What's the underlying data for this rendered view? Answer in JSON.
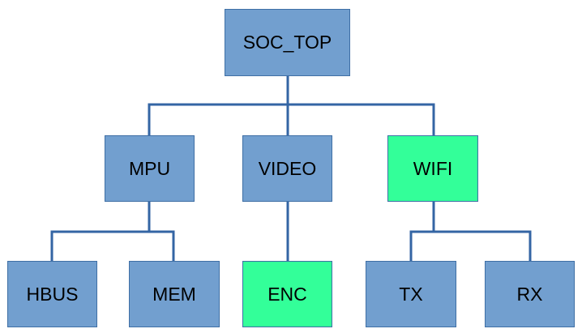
{
  "colors": {
    "default_fill": "#729fcf",
    "highlight_fill": "#33ff99",
    "connector": "#3465a4"
  },
  "nodes": {
    "soc_top": {
      "label": "SOC_TOP",
      "highlight": false
    },
    "mpu": {
      "label": "MPU",
      "highlight": false
    },
    "video": {
      "label": "VIDEO",
      "highlight": false
    },
    "wifi": {
      "label": "WIFI",
      "highlight": true
    },
    "hbus": {
      "label": "HBUS",
      "highlight": false
    },
    "mem": {
      "label": "MEM",
      "highlight": false
    },
    "enc": {
      "label": "ENC",
      "highlight": true
    },
    "tx": {
      "label": "TX",
      "highlight": false
    },
    "rx": {
      "label": "RX",
      "highlight": false
    }
  },
  "edges": [
    [
      "soc_top",
      "mpu"
    ],
    [
      "soc_top",
      "video"
    ],
    [
      "soc_top",
      "wifi"
    ],
    [
      "mpu",
      "hbus"
    ],
    [
      "mpu",
      "mem"
    ],
    [
      "video",
      "enc"
    ],
    [
      "wifi",
      "tx"
    ],
    [
      "wifi",
      "rx"
    ]
  ]
}
